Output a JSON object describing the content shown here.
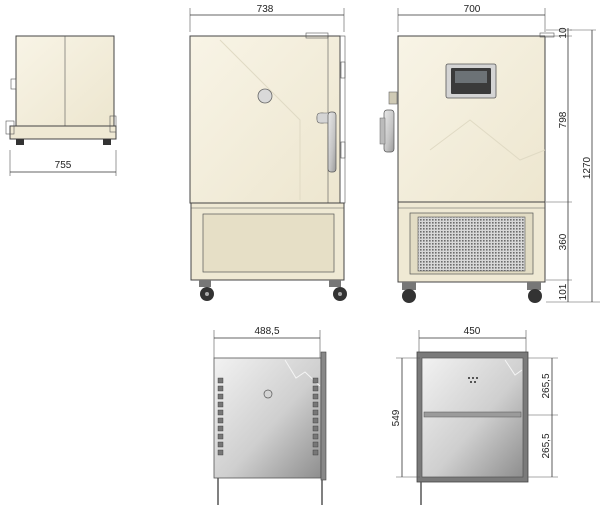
{
  "dimensions": {
    "side_depth": "755",
    "front_width": "738",
    "right_width": "700",
    "top_gap": "10",
    "upper_height": "798",
    "total_height": "1270",
    "base_height": "360",
    "caster_height": "101",
    "interior_depth": "488,5",
    "interior_width": "450",
    "interior_height": "549",
    "shelf_upper": "265,5",
    "shelf_lower": "265,5"
  },
  "colors": {
    "cabinet": "#f4efdd",
    "base": "#efe9d4",
    "steel_light": "#e6e6e6",
    "steel_dark": "#a9a9a9",
    "outline": "#444444",
    "display": "#3a3a3a",
    "grill": "#9a9a9a"
  }
}
